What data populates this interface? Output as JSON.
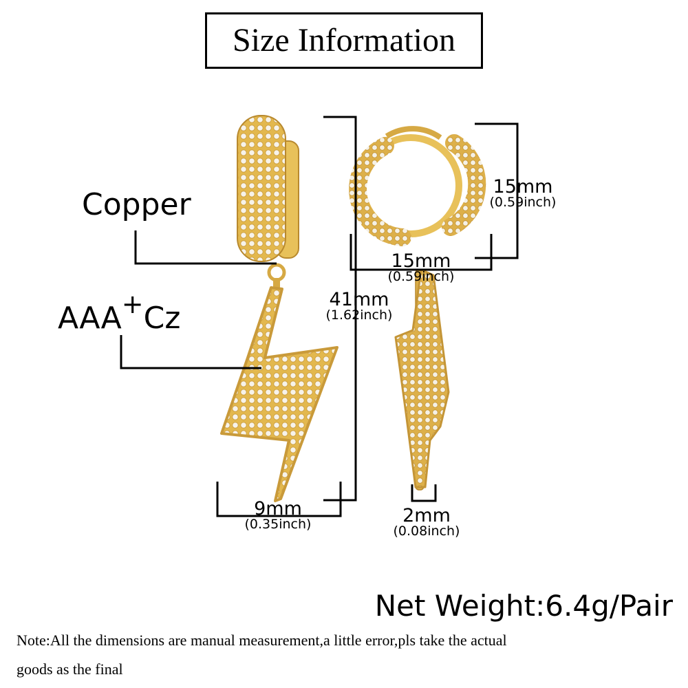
{
  "title": "Size Information",
  "labels": {
    "material": "Copper",
    "stone_prefix": "AAA",
    "stone_plus": "+",
    "stone_suffix": "Cz"
  },
  "dimensions": {
    "total_length": {
      "mm": "41mm",
      "inch": "(1.62inch)"
    },
    "hoop_height": {
      "mm": "15mm",
      "inch": "(0.59inch)"
    },
    "hoop_width": {
      "mm": "15mm",
      "inch": "(0.59inch)"
    },
    "pendant_width": {
      "mm": "9mm",
      "inch": "(0.35inch)"
    },
    "thickness": {
      "mm": "2mm",
      "inch": "(0.08inch)"
    }
  },
  "net_weight": "Net Weight:6.4g/Pair",
  "note_line1": "Note:All the dimensions are manual measurement,a little error,pls take the actual",
  "note_line2": "goods as the final",
  "colors": {
    "gold": "#E8C15A",
    "gold_dark": "#B8892E",
    "stone": "#F4F0E6",
    "line": "#000000"
  }
}
